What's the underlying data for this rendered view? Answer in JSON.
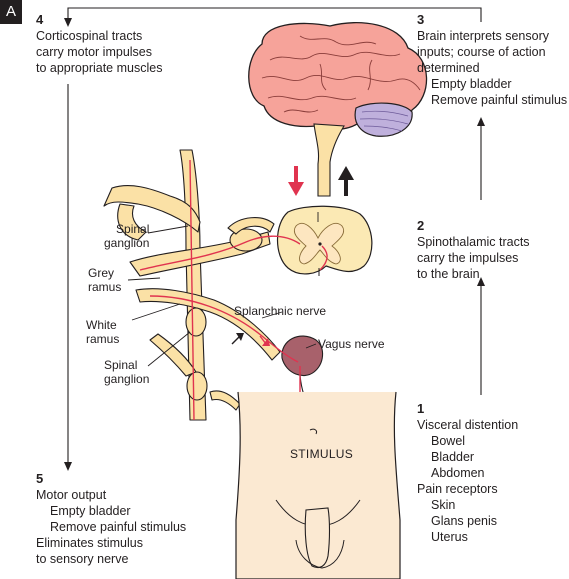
{
  "panel_label": "A",
  "steps": {
    "s4": {
      "num": "4",
      "lines": [
        "Corticospinal tracts",
        "carry motor impulses",
        "to appropriate muscles"
      ]
    },
    "s3": {
      "num": "3",
      "lines": [
        "Brain interprets sensory",
        "inputs; course of action",
        "determined"
      ],
      "items": [
        "Empty bladder",
        "Remove painful stimulus"
      ]
    },
    "s2": {
      "num": "2",
      "lines": [
        "Spinothalamic tracts",
        "carry the impulses",
        "to the brain"
      ]
    },
    "s1": {
      "num": "1",
      "head1": "Visceral distention",
      "items1": [
        "Bowel",
        "Bladder",
        "Abdomen"
      ],
      "head2": "Pain receptors",
      "items2": [
        "Skin",
        "Glans penis",
        "Uterus"
      ]
    },
    "s5": {
      "num": "5",
      "head": "Motor output",
      "items": [
        "Empty bladder",
        "Remove painful stimulus"
      ],
      "tail": [
        "Eliminates stimulus",
        "to sensory nerve"
      ]
    }
  },
  "labels": {
    "spinal_ganglion_top": [
      "Spinal",
      "ganglion"
    ],
    "grey_ramus": [
      "Grey",
      "ramus"
    ],
    "white_ramus": [
      "White",
      "ramus"
    ],
    "spinal_ganglion_bottom": [
      "Spinal",
      "ganglion"
    ],
    "splanchnic_nerve": "Splanchnic nerve",
    "vagus_nerve": "Vagus nerve",
    "stimulus": "STIMULUS"
  },
  "colors": {
    "skin": "#fbe9d2",
    "nerve": "#fbe1a6",
    "nerve_outline": "#c9a45a",
    "brain": "#f6a39a",
    "cerebellum": "#bfb0dc",
    "impulse": "#e0334f",
    "organ": "#a8616b",
    "text": "#231f20"
  }
}
